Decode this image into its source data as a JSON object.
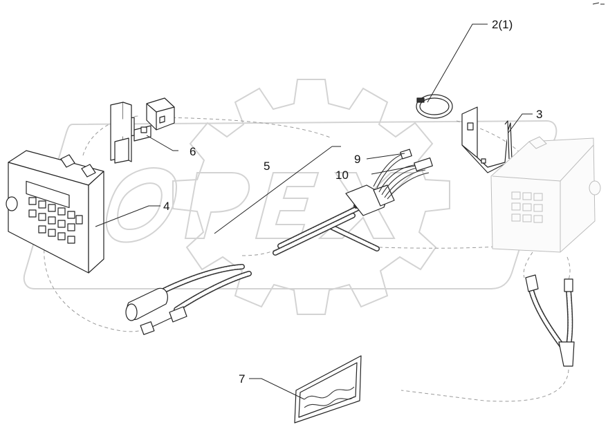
{
  "diagram": {
    "labels": {
      "l2": "2(1)",
      "l3": "3",
      "l4": "4",
      "l5": "5",
      "l6": "6",
      "l7": "7",
      "l9": "9",
      "l10": "10"
    },
    "watermark_icon": "gear-opex-watermark",
    "corner_mark_icon": "corner-mark-icon"
  }
}
